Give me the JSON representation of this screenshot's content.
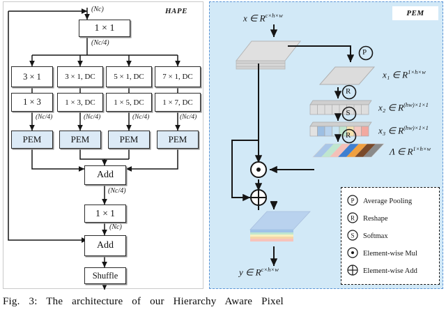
{
  "figure": {
    "caption": "Fig. 3: The architecture of our Hierarchy Aware Pixel"
  },
  "hape": {
    "title": "HAPE",
    "edge_labels": {
      "in_channels": "(Nc)",
      "quarter_after_1x1": "(Nc/4)",
      "branch1": "(Nc/4)",
      "branch2": "(Nc/4)",
      "branch3": "(Nc/4)",
      "branch4": "(Nc/4)",
      "after_add": "(Nc/4)",
      "after_1x1_out": "(Nc)"
    },
    "blocks": {
      "conv_in": "1 × 1",
      "conv_out": "1 × 1",
      "add1": "Add",
      "add2": "Add",
      "shuffle": "Shuffle"
    },
    "branches": [
      {
        "top": "3 × 1",
        "bottom": "1 × 3",
        "pem": "PEM"
      },
      {
        "top": "3 × 1, DC",
        "bottom": "1 × 3, DC",
        "pem": "PEM"
      },
      {
        "top": "5 × 1, DC",
        "bottom": "1 × 5, DC",
        "pem": "PEM"
      },
      {
        "top": "7 × 1, DC",
        "bottom": "1 × 7, DC",
        "pem": "PEM"
      }
    ]
  },
  "pem": {
    "title": "PEM",
    "tensors": {
      "input": "x ∈ R",
      "input_sup": "c×h×w",
      "x1": "x₁ ∈ R",
      "x1_sup": "1×h×w",
      "x2": "x₂ ∈ R",
      "x2_sup": "(hw)×1×1",
      "x3": "x₃ ∈ R",
      "x3_sup": "(hw)×1×1",
      "lambda": "Λ ∈ R",
      "lambda_sup": "1×h×w",
      "output": "y ∈ R",
      "output_sup": "c×h×w"
    },
    "ops": {
      "pooling": "P",
      "reshape": "R",
      "softmax": "S",
      "mul": "⊙",
      "add": "⊕"
    },
    "legend": [
      {
        "glyph": "P",
        "label": "Average Pooling"
      },
      {
        "glyph": "R",
        "label": "Reshape"
      },
      {
        "glyph": "S",
        "label": "Softmax"
      },
      {
        "glyph": "⊙",
        "label": "Element-wise Mul"
      },
      {
        "glyph": "⊕",
        "label": "Element-wise Add"
      }
    ]
  },
  "colors": {
    "pem_box_fill": "#dceaf6",
    "pem_panel_bg": "#d2e9f7",
    "pem_panel_border": "#5b94d6",
    "box_border": "#2b2b2b",
    "line": "#151515",
    "tensor_gray": "#d9d9d9",
    "x3_cells": [
      "#e2e2e2",
      "#9dbfe3",
      "#b8d3ee",
      "#c9e4f2",
      "#bfe6cf",
      "#f6e2b0",
      "#f4c9c2",
      "#f2a9a0"
    ],
    "lambda_stripes": [
      "#a9c6e8",
      "#bfe6cf",
      "#f4c0b8",
      "#3f7fd0",
      "#f0a040",
      "#7a4a2a",
      "#8a8a8a"
    ],
    "output_stripes": [
      "#b9d2ee",
      "#9fc3e8",
      "#bfe6cf",
      "#f6f0c0",
      "#f6d5a8",
      "#f7c3bb"
    ]
  }
}
